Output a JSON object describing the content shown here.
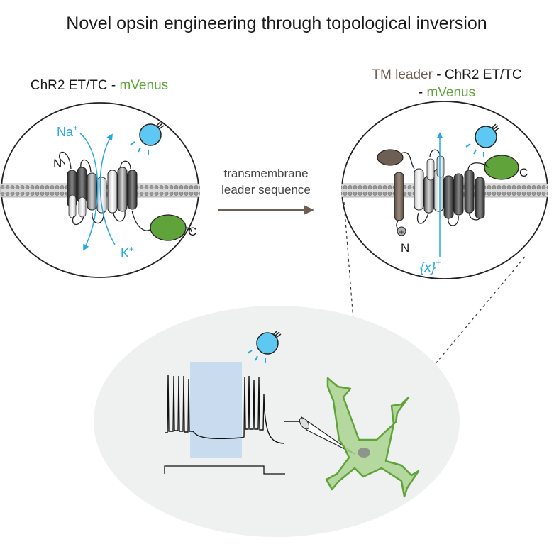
{
  "title": "Novel opsin engineering through topological inversion",
  "left_panel": {
    "label_main": "ChR2 ET/TC - ",
    "label_fp": "mVenus",
    "ion_in": "Na",
    "ion_out": "K",
    "ion_charge": "+",
    "n_term": "N",
    "c_term": "C"
  },
  "arrow": {
    "line1": "transmembrane",
    "line2": "leader sequence"
  },
  "right_panel": {
    "label_tm": "TM leader",
    "label_rest": " - ChR2 ET/TC",
    "label_line2_dash": "- ",
    "label_fp": "mVenus",
    "ion": "{x}",
    "ion_charge": "+",
    "n_term": "N",
    "c_term": "C",
    "plus_sign": "+"
  },
  "colors": {
    "blue": "#29a8e0",
    "green": "#5fa33a",
    "brown": "#6e5f55",
    "light_blue_fill": "#c9dcef",
    "bulb": "#5ec8f2",
    "neuron_green": "#7ec463"
  }
}
